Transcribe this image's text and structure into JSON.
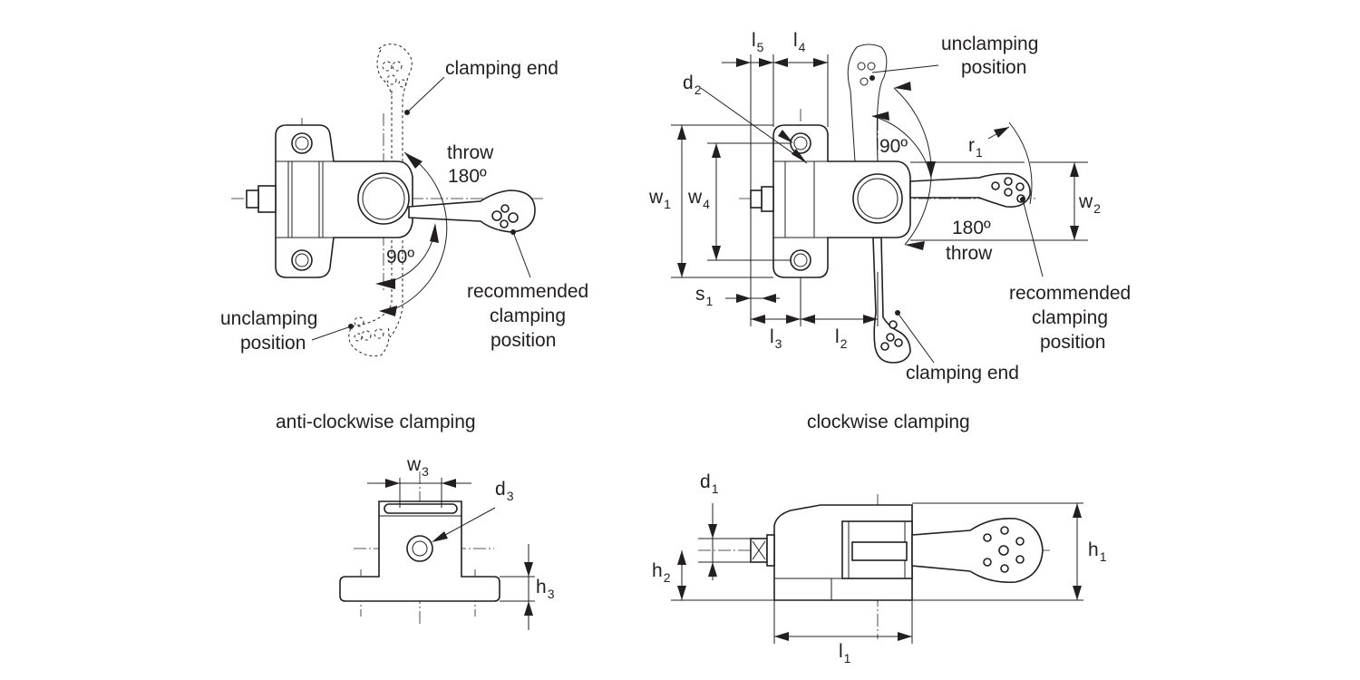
{
  "labels": {
    "clamping_end_left": "clamping end",
    "throw_left": "throw",
    "deg180_left": "180º",
    "deg90_left": "90º",
    "unclamping_left_1": "unclamping",
    "unclamping_left_2": "position",
    "recommended_left_1": "recommended",
    "recommended_left_2": "clamping",
    "recommended_left_3": "position",
    "anti_clockwise": "anti-clockwise clamping",
    "unclamping_right_1": "unclamping",
    "unclamping_right_2": "position",
    "deg90_right": "90º",
    "deg180_right": "180º",
    "throw_right": "throw",
    "recommended_right_1": "recommended",
    "recommended_right_2": "clamping",
    "recommended_right_3": "position",
    "clamping_end_right": "clamping end",
    "clockwise": "clockwise clamping"
  },
  "dimensions": {
    "l5": {
      "main": "l",
      "sub": "5"
    },
    "l4": {
      "main": "l",
      "sub": "4"
    },
    "d2": {
      "main": "d",
      "sub": "2"
    },
    "r1": {
      "main": "r",
      "sub": "1"
    },
    "w1": {
      "main": "w",
      "sub": "1"
    },
    "w4": {
      "main": "w",
      "sub": "4"
    },
    "w2": {
      "main": "w",
      "sub": "2"
    },
    "s1": {
      "main": "s",
      "sub": "1"
    },
    "l3": {
      "main": "l",
      "sub": "3"
    },
    "l2": {
      "main": "l",
      "sub": "2"
    },
    "w3": {
      "main": "w",
      "sub": "3"
    },
    "d3": {
      "main": "d",
      "sub": "3"
    },
    "h3": {
      "main": "h",
      "sub": "3"
    },
    "d1": {
      "main": "d",
      "sub": "1"
    },
    "h2": {
      "main": "h",
      "sub": "2"
    },
    "h1": {
      "main": "h",
      "sub": "1"
    },
    "l1": {
      "main": "l",
      "sub": "1"
    }
  }
}
